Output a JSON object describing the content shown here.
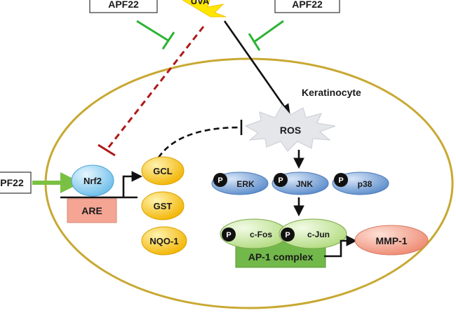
{
  "labels": {
    "apf22_left": "APF22",
    "apf22_right": "APF22",
    "apf22_side": "PF22",
    "uva": "UVA",
    "keratinocyte": "Keratinocyte",
    "ros": "ROS",
    "nrf2": "Nrf2",
    "are": "ARE",
    "gcl": "GCL",
    "gst": "GST",
    "nqo1": "NQO-1",
    "erk": "ERK",
    "jnk": "JNK",
    "p38": "p38",
    "cfos": "c-Fos",
    "cjun": "c-Jun",
    "ap1": "AP-1 complex",
    "mmp1": "MMP-1",
    "phospho": "P"
  },
  "colors": {
    "cell_border": "#c8a832",
    "sun": "#ffe600",
    "inhibit_green": "#2db335",
    "inhibit_red": "#b01818",
    "activate_green": "#7ac143",
    "nrf2": "#7ec8f0",
    "are": "#f4a594",
    "enzyme": "#f6c12a",
    "kinase": "#6c9bd4",
    "ap1_oval": "#c9e8a0",
    "ap1_box": "#72b84a",
    "mmp1": "#f39a86",
    "phospho": "#111111"
  }
}
